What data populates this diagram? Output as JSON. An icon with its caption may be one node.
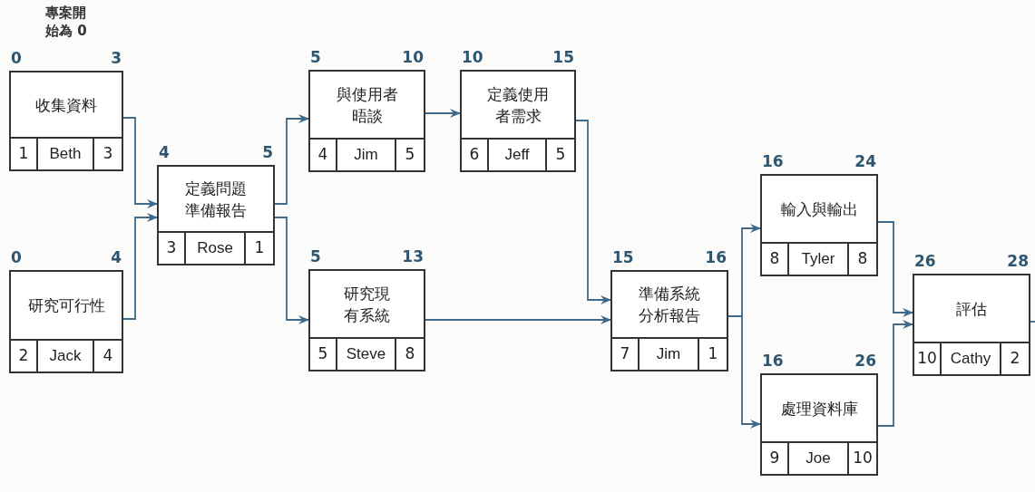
{
  "diagram": {
    "nodes": [
      {
        "text": [
          "收集資料",
          "1",
          "Beth",
          "3"
        ],
        "beside": [
          "0",
          "3"
        ]
      },
      {
        "text": [
          "研究可行性",
          "2",
          "Jack",
          "4"
        ],
        "beside": [
          "0",
          "4"
        ]
      },
      {
        "text": [
          "定義問題準備報告",
          "3",
          "Rose",
          "1"
        ],
        "beside": [
          "4",
          "5"
        ]
      },
      {
        "text": [
          "與使用者晤談",
          "4",
          "Jim",
          "5"
        ],
        "beside": [
          "5",
          "10"
        ]
      },
      {
        "text": [
          "定義使用者需求",
          "6",
          "Jeff",
          "5"
        ],
        "beside": [
          "10",
          "15"
        ]
      },
      {
        "text": [
          "研究現有系統",
          "5",
          "Steve",
          "8"
        ],
        "beside": [
          "5",
          "13"
        ]
      },
      {
        "text": [
          "準備系統分析報告",
          "7",
          "Jim",
          "1"
        ],
        "beside": [
          "15",
          "16"
        ]
      },
      {
        "text": [
          "輸入與輸出",
          "8",
          "Tyler",
          "8"
        ],
        "beside": [
          "16",
          "24"
        ]
      },
      {
        "text": [
          "處理資料庫",
          "9",
          "Joe",
          "10"
        ],
        "beside": [
          "16",
          "26"
        ]
      },
      {
        "text": [
          "評估",
          "10",
          "Cathy",
          "2"
        ],
        "beside": [
          "26",
          "28"
        ]
      }
    ],
    "edges": [
      {
        "from": 0,
        "to": 2,
        "arrow": "to"
      },
      {
        "from": 1,
        "to": 2,
        "arrow": "to"
      },
      {
        "from": 2,
        "to": 3,
        "arrow": "to"
      },
      {
        "from": 2,
        "to": 5,
        "arrow": "to"
      },
      {
        "from": 3,
        "to": 4,
        "arrow": "to"
      },
      {
        "from": 4,
        "to": 6,
        "arrow": "to"
      },
      {
        "from": 5,
        "to": 6,
        "arrow": "to"
      },
      {
        "from": 6,
        "to": 7,
        "arrow": "to"
      },
      {
        "from": 6,
        "to": 8,
        "arrow": "to"
      },
      {
        "from": 7,
        "to": 9,
        "arrow": "to"
      },
      {
        "from": 8,
        "to": 9,
        "arrow": "to"
      },
      {
        "from": 9,
        "to": null,
        "arrow": "none"
      }
    ],
    "labels": [
      "專案開始為 0"
    ]
  }
}
